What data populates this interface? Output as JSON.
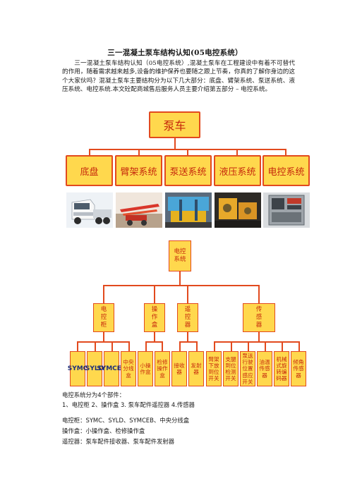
{
  "doc": {
    "title": "三一混凝土泵车结构认知(05电控系统）",
    "intro": "三一混凝土泵车结构认知（05电控系统）,混凝土泵车在工程建设中有着不可替代的作用，随着需求越来越多,设备的维护保养也要随之跟上节奏，你真的了解你身边的这个大家伙吗？混凝土泵车主要结构分为以下几大部分：底盘、臂架系统、泵送系统、液压系统、电控系统.本文砼配商城售后服务人员主要介绍第五部分 – 电控系统。"
  },
  "chart1": {
    "root": "泵车",
    "systems": [
      "底盘",
      "臂架系统",
      "泵送系统",
      "液压系统",
      "电控系统"
    ]
  },
  "chart2": {
    "root": "电控系统",
    "groups": [
      "电控柜",
      "操作盒",
      "遥控器",
      "传感器"
    ],
    "leaves": [
      "SYMC",
      "SYLD",
      "SYMCEB",
      "中央分线盒",
      "小操作盒",
      "检修操作盒",
      "接收器",
      "发射器",
      "臂架下放到位开关",
      "支腿到位检测开关",
      "泵送行驶位置感应开关",
      "油温传感器",
      "机械式旋转编码器",
      "倾角传感器"
    ]
  },
  "summary": {
    "line1": "电控系统分为4个部件：",
    "line2": "1、电控柜    2、操作盒    3. 泵车配件遥控器    4.传感器",
    "line3": "电控柜：SYMC、SYLD、SYMCEB、中央分线盒",
    "line4": "操作盒：小操作盒、检修操作盒",
    "line5": "遥控器：泵车配件接收器、泵车配件发射器"
  }
}
